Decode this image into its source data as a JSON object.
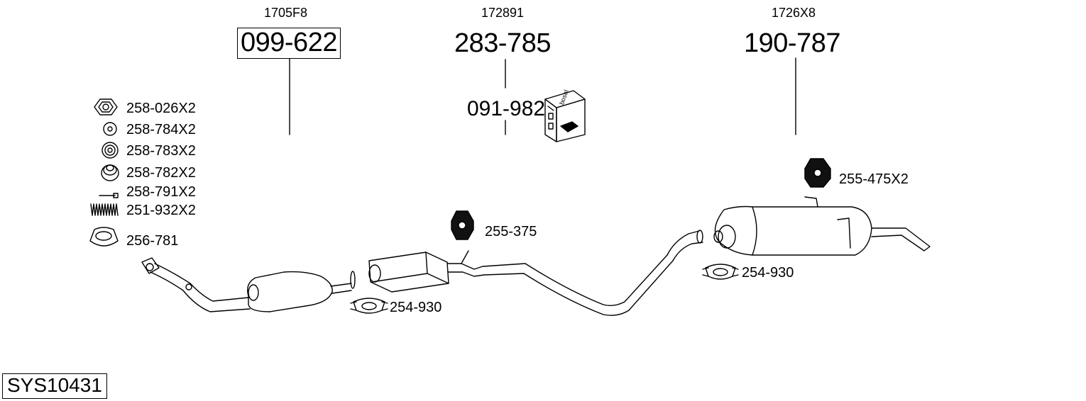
{
  "diagram": {
    "system_code": "SYS10431",
    "main_parts": [
      {
        "oe": "1705F8",
        "part": "099-622",
        "boxed": true
      },
      {
        "oe": "172891",
        "part": "283-785",
        "boxed": false
      },
      {
        "oe": "1726X8",
        "part": "190-787",
        "boxed": false
      }
    ],
    "kit": {
      "part": "091-982",
      "brand_text": "bosal"
    },
    "fittings": [
      {
        "label": "258-026X2",
        "icon": "nut-icon"
      },
      {
        "label": "258-784X2",
        "icon": "washer-icon"
      },
      {
        "label": "258-783X2",
        "icon": "spring-washer-icon"
      },
      {
        "label": "258-782X2",
        "icon": "cone-spring-icon"
      },
      {
        "label": "258-791X2",
        "icon": "bolt-icon"
      },
      {
        "label": "251-932X2",
        "icon": "coil-spring-icon"
      },
      {
        "label": "256-781",
        "icon": "gasket-ring-icon"
      }
    ],
    "mounts": [
      {
        "label": "255-375",
        "icon": "rubber-mount-icon"
      },
      {
        "label": "255-475X2",
        "icon": "rubber-mount-icon"
      }
    ],
    "clamps": [
      {
        "label": "254-930",
        "icon": "clamp-icon"
      },
      {
        "label": "254-930",
        "icon": "clamp-icon"
      }
    ]
  }
}
